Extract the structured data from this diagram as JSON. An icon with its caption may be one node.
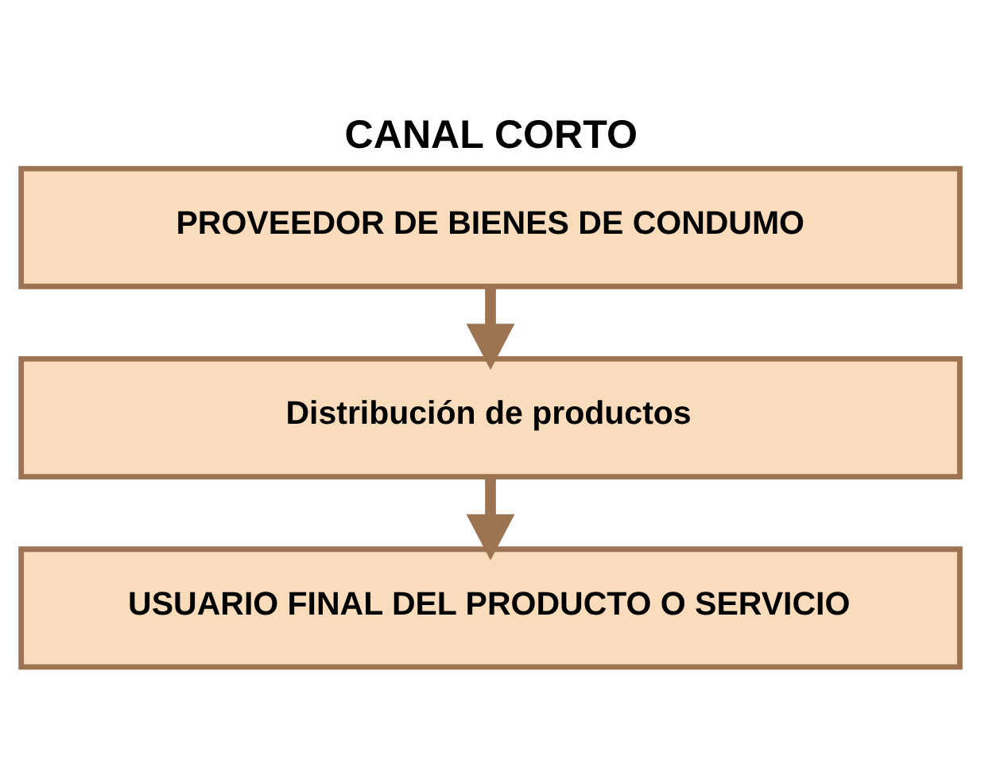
{
  "diagram": {
    "title": "CANAL CORTO",
    "nodes": [
      {
        "text": [
          "PROVEEDOR DE BIENES DE CONDUMO"
        ]
      },
      {
        "text": [
          "Distribución de productos"
        ]
      },
      {
        "text": [
          "USUARIO FINAL DEL PRODUCTO O SERVICIO"
        ]
      }
    ],
    "edges": [
      {
        "from": 0,
        "to": 1,
        "arrow": "to"
      },
      {
        "from": 1,
        "to": 2,
        "arrow": "to"
      }
    ]
  }
}
